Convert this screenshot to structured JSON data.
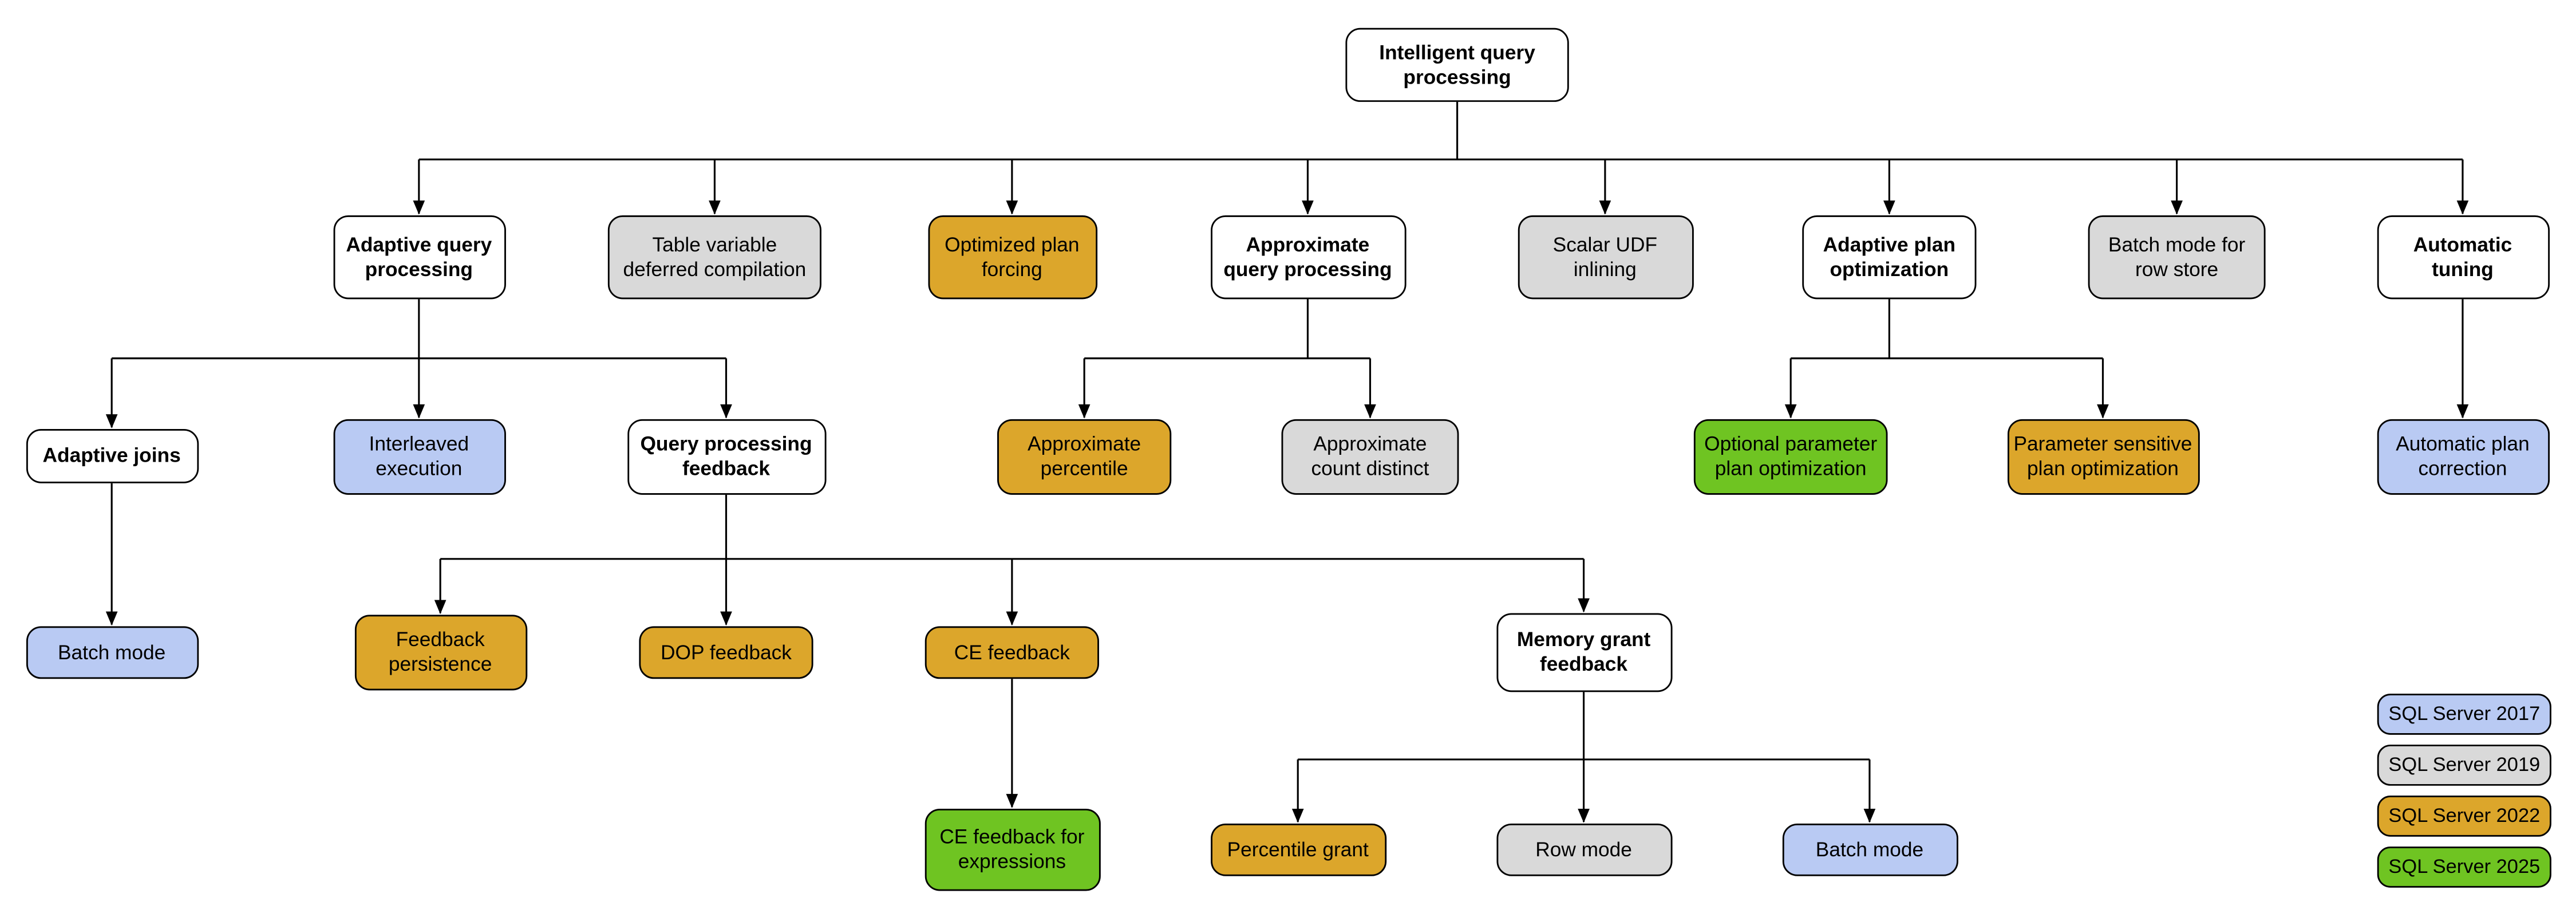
{
  "diagram": {
    "nodes": [
      {
        "id": "root",
        "label": "Intelligent query\nprocessing",
        "version": ""
      },
      {
        "id": "aqp",
        "label": "Adaptive query\nprocessing",
        "version": ""
      },
      {
        "id": "tvdc",
        "label": "Table variable\ndeferred compilation",
        "version": "2019"
      },
      {
        "id": "opf",
        "label": "Optimized plan\nforcing",
        "version": "2022"
      },
      {
        "id": "approx-qp",
        "label": "Approximate\nquery processing",
        "version": ""
      },
      {
        "id": "scalar-udf",
        "label": "Scalar UDF\ninlining",
        "version": "2019"
      },
      {
        "id": "apo",
        "label": "Adaptive plan\noptimization",
        "version": ""
      },
      {
        "id": "bmrs",
        "label": "Batch mode for\nrow store",
        "version": "2019"
      },
      {
        "id": "autotune",
        "label": "Automatic\ntuning",
        "version": ""
      },
      {
        "id": "adaptive-joins",
        "label": "Adaptive joins",
        "version": ""
      },
      {
        "id": "interleaved",
        "label": "Interleaved\nexecution",
        "version": "2017"
      },
      {
        "id": "qpf",
        "label": "Query processing\nfeedback",
        "version": ""
      },
      {
        "id": "approx-percentile",
        "label": "Approximate\npercentile",
        "version": "2022"
      },
      {
        "id": "approx-count-distinct",
        "label": "Approximate\ncount distinct",
        "version": "2019"
      },
      {
        "id": "oppo",
        "label": "Optional parameter\nplan optimization",
        "version": "2025"
      },
      {
        "id": "pspo",
        "label": "Parameter sensitive\nplan optimization",
        "version": "2022"
      },
      {
        "id": "apc",
        "label": "Automatic plan\ncorrection",
        "version": "2017"
      },
      {
        "id": "batch-mode-aj",
        "label": "Batch mode",
        "version": "2017"
      },
      {
        "id": "feedback-persistence",
        "label": "Feedback\npersistence",
        "version": "2022"
      },
      {
        "id": "dop-feedback",
        "label": "DOP feedback",
        "version": "2022"
      },
      {
        "id": "ce-feedback",
        "label": "CE feedback",
        "version": "2022"
      },
      {
        "id": "mgf",
        "label": "Memory grant\nfeedback",
        "version": ""
      },
      {
        "id": "ce-feedback-expr",
        "label": "CE feedback for\nexpressions",
        "version": "2025"
      },
      {
        "id": "percentile-grant",
        "label": "Percentile grant",
        "version": "2022"
      },
      {
        "id": "row-mode",
        "label": "Row mode",
        "version": "2019"
      },
      {
        "id": "batch-mode-mgf",
        "label": "Batch mode",
        "version": "2017"
      }
    ],
    "edges": [
      [
        "root",
        "aqp"
      ],
      [
        "root",
        "tvdc"
      ],
      [
        "root",
        "opf"
      ],
      [
        "root",
        "approx-qp"
      ],
      [
        "root",
        "scalar-udf"
      ],
      [
        "root",
        "apo"
      ],
      [
        "root",
        "bmrs"
      ],
      [
        "root",
        "autotune"
      ],
      [
        "aqp",
        "adaptive-joins"
      ],
      [
        "aqp",
        "interleaved"
      ],
      [
        "aqp",
        "qpf"
      ],
      [
        "approx-qp",
        "approx-percentile"
      ],
      [
        "approx-qp",
        "approx-count-distinct"
      ],
      [
        "apo",
        "oppo"
      ],
      [
        "apo",
        "pspo"
      ],
      [
        "autotune",
        "apc"
      ],
      [
        "adaptive-joins",
        "batch-mode-aj"
      ],
      [
        "qpf",
        "feedback-persistence"
      ],
      [
        "qpf",
        "dop-feedback"
      ],
      [
        "qpf",
        "ce-feedback"
      ],
      [
        "qpf",
        "mgf"
      ],
      [
        "ce-feedback",
        "ce-feedback-expr"
      ],
      [
        "mgf",
        "percentile-grant"
      ],
      [
        "mgf",
        "row-mode"
      ],
      [
        "mgf",
        "batch-mode-mgf"
      ]
    ]
  },
  "legend": {
    "items": [
      {
        "version": "2017",
        "label": "SQL Server 2017",
        "color": "#B9CAF3"
      },
      {
        "version": "2019",
        "label": "SQL Server 2019",
        "color": "#D9D9D9"
      },
      {
        "version": "2022",
        "label": "SQL Server 2022",
        "color": "#DCA62B"
      },
      {
        "version": "2025",
        "label": "SQL Server 2025",
        "color": "#6FC422"
      }
    ]
  },
  "colors": {
    "background": "#FFFFFF",
    "plain_node_fill": "#FFFFFF",
    "border": "#000000",
    "text": "#000000",
    "connector": "#000000"
  }
}
